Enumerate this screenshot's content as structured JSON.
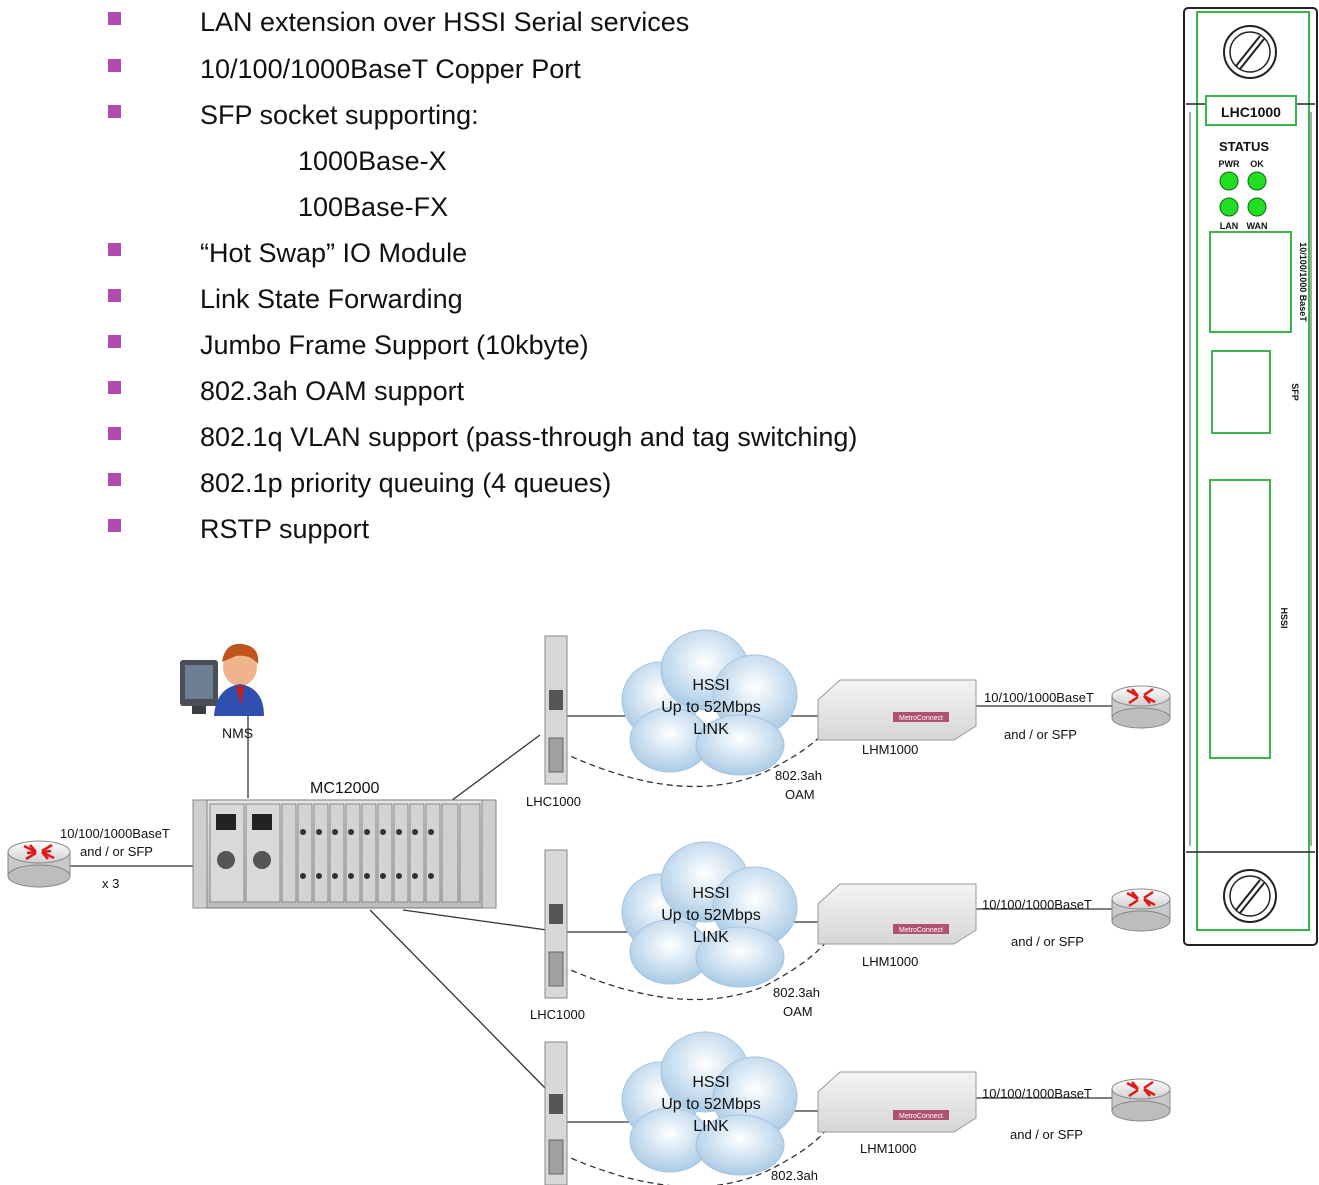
{
  "features": [
    "LAN extension over HSSI Serial services",
    "10/100/1000BaseT Copper Port",
    "SFP socket supporting:",
    "1000Base-X",
    "100Base-FX",
    "“Hot Swap” IO Module",
    "Link State Forwarding",
    "Jumbo Frame Support (10kbyte)",
    "802.3ah OAM support",
    "802.1q VLAN support (pass-through and tag switching)",
    "802.1p priority queuing  (4 queues)",
    "RSTP support"
  ],
  "bullet_color": "#b04bb0",
  "diagram": {
    "nms_label": "NMS",
    "chassis_label": "MC12000",
    "left_router_label_1": "10/100/1000BaseT",
    "left_router_label_2": "and / or SFP",
    "left_multiplier": "x 3",
    "card_label": "LHC1000",
    "cloud_line1": "HSSI",
    "cloud_line2": "Up to 52Mbps",
    "cloud_line3": "LINK",
    "remote_unit_label": "LHM1000",
    "remote_unit_brand": "MetroConnect",
    "remote_port_label": "10/100/1000BaseT",
    "remote_sfp_label": "and / or SFP",
    "oam_line1": "802.3ah",
    "oam_line2": "OAM"
  },
  "panel": {
    "model": "LHC1000",
    "status_title": "STATUS",
    "led_pwr": "PWR",
    "led_ok": "OK",
    "led_lan": "LAN",
    "led_wan": "WAN",
    "port_copper": "10/100/1000 BaseT",
    "port_sfp": "SFP",
    "port_hssi": "HSSI",
    "accent_color": "#39b54a",
    "led_color": "#22dd22"
  }
}
